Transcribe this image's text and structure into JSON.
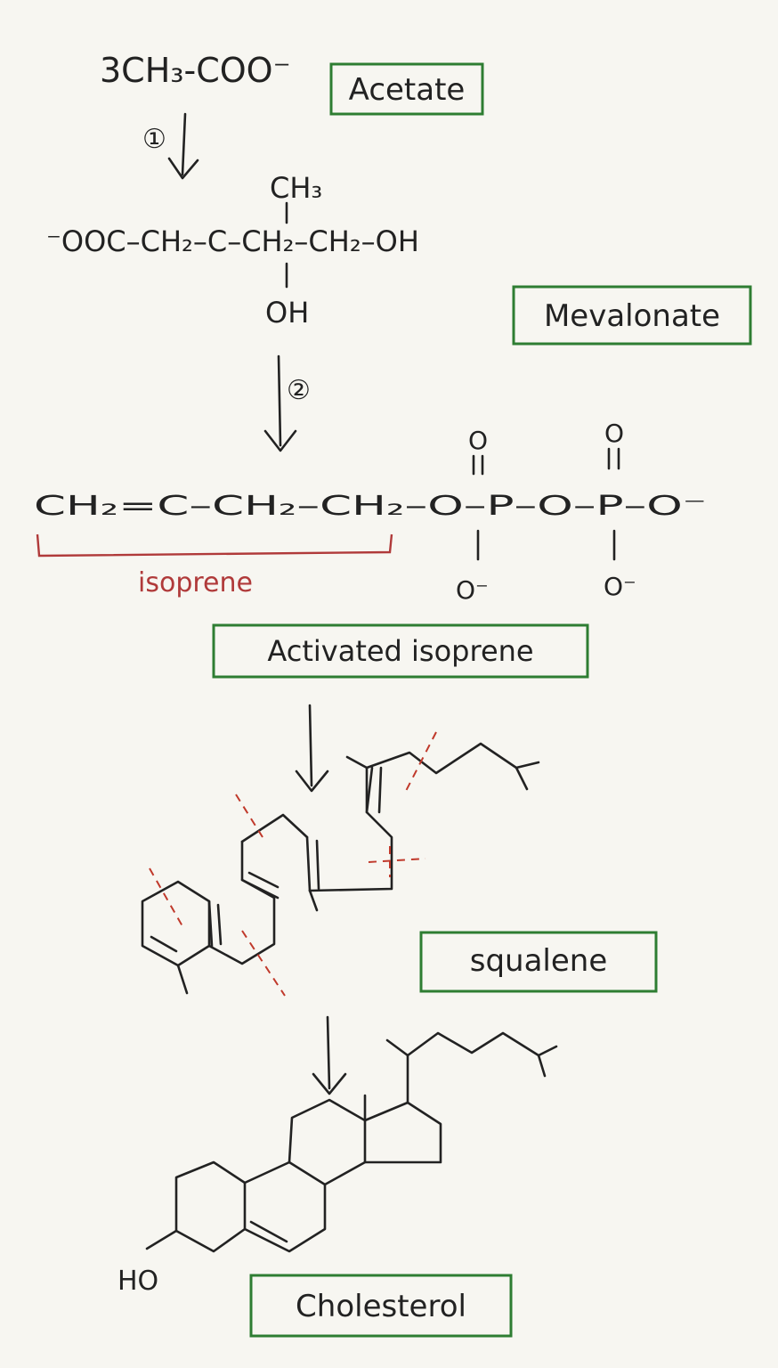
{
  "acetate": {
    "formula": "3CH₃-COO⁻",
    "label": "Acetate"
  },
  "step1": "①",
  "mevalonate": {
    "top_group": "CH₃",
    "main_chain": "⁻OOC–CH₂–C–CH₂–CH₂–OH",
    "bottom_group": "OH",
    "label": "Mevalonate"
  },
  "step2": "②",
  "activated_isoprene": {
    "chain": "CH₂=C–CH₂–CH₂–O–P–O–P–O⁻",
    "oxo_1": "O",
    "oxo_2": "O",
    "anion_1": "O⁻",
    "anion_2": "O⁻",
    "bracket_label": "isoprene",
    "label": "Activated isoprene"
  },
  "squalene": {
    "label": "squalene"
  },
  "cholesterol": {
    "ho_group": "HO",
    "label": "Cholesterol"
  },
  "colors": {
    "ink": "#222222",
    "box": "#2e7d32",
    "isoprene": "#b03a3a",
    "cut_lines": "#c0392b",
    "paper": "#f7f6f1"
  }
}
